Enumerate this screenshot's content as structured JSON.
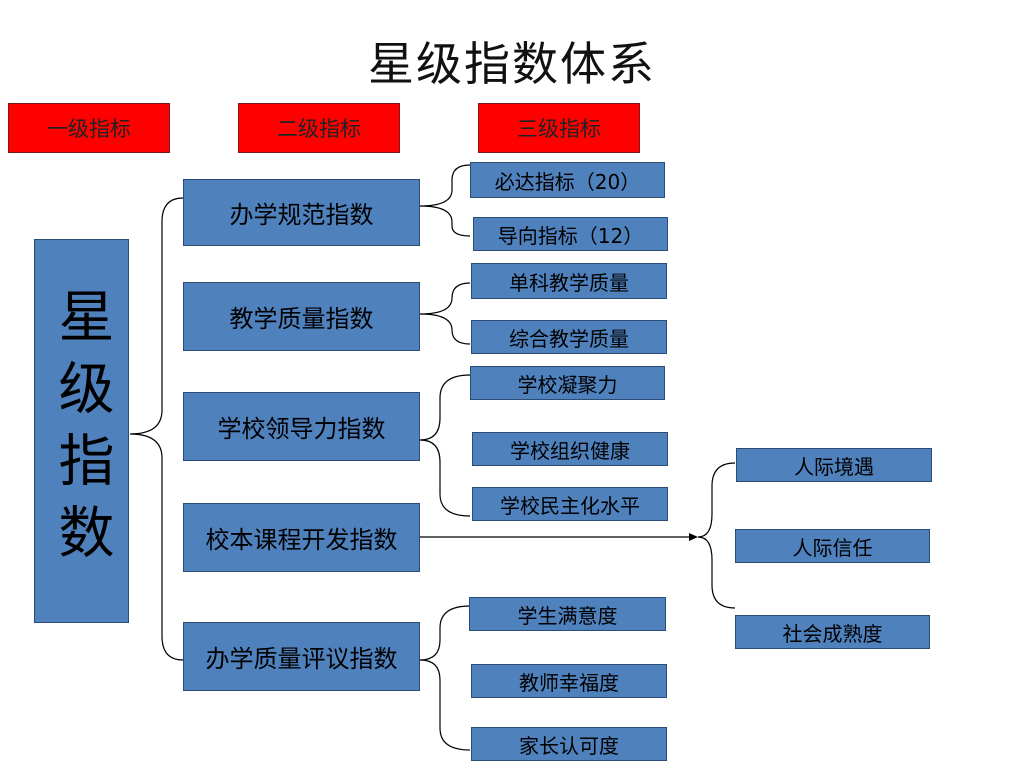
{
  "title": "星级指数体系",
  "headers": {
    "level1": "一级指标",
    "level2": "二级指标",
    "level3": "三级指标"
  },
  "root": "星级指数",
  "level2": [
    "办学规范指数",
    "教学质量指数",
    "学校领导力指数",
    "校本课程开发指数",
    "办学质量评议指数"
  ],
  "level3": {
    "guifan": [
      "必达指标（20）",
      "导向指标（12）"
    ],
    "zhiliang": [
      "单科教学质量",
      "综合教学质量"
    ],
    "lingdao": [
      "学校凝聚力",
      "学校组织健康",
      "学校民主化水平"
    ],
    "pingyi": [
      "学生满意度",
      "教师幸福度",
      "家长认可度"
    ]
  },
  "kecheng_targets": [
    "人际境遇",
    "人际信任",
    "社会成熟度"
  ],
  "colors": {
    "header": "#ff0000",
    "box": "#4f81bd",
    "line": "#000000"
  }
}
